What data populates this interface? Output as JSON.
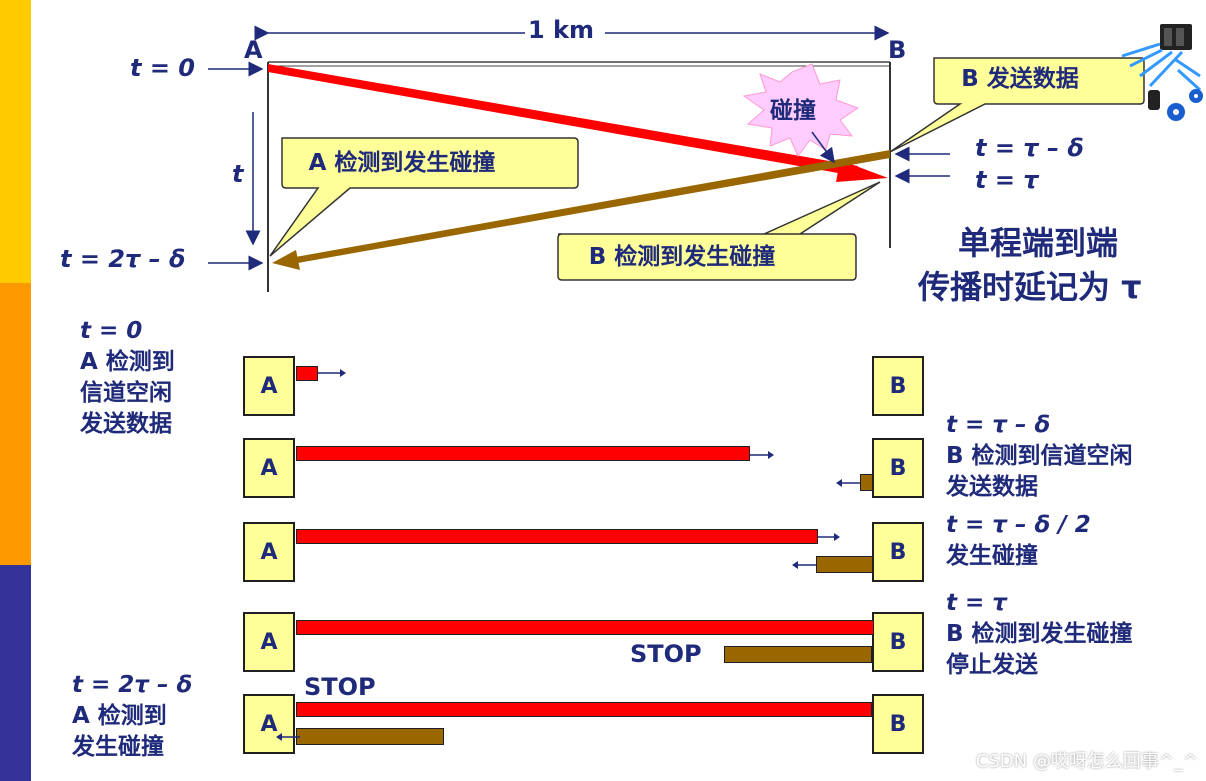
{
  "colors": {
    "accent_yellow": "#ffcc00",
    "accent_orange": "#ff9900",
    "accent_navy": "#333399",
    "frame_red": "#ff0000",
    "frame_brown": "#996600",
    "box_fill": "#ffff99",
    "text": "#1f2a7a"
  },
  "top": {
    "distance_label": "1 km",
    "station_a": "A",
    "station_b": "B",
    "t0_label": "t = 0",
    "t_axis_label": "t",
    "t_2tau_label": "t = 2τ – δ",
    "t_tau_minus_delta": "t = τ – δ",
    "t_tau": "t = τ",
    "collision_burst": "碰撞",
    "callout_b_send": "B 发送数据",
    "callout_a_detect": "A 检测到发生碰撞",
    "callout_b_detect": "B 检测到发生碰撞",
    "note_line1": "单程端到端",
    "note_line2": "传播时延记为 τ",
    "network_icon": "network-computer-icon"
  },
  "bottom": {
    "rows": [
      {
        "a_label": "A",
        "b_label": "B",
        "left_text": [
          "t = 0",
          "A 检测到",
          "信道空闲",
          "发送数据"
        ]
      },
      {
        "a_label": "A",
        "b_label": "B",
        "right_text": [
          "t = τ – δ",
          "B 检测到信道空闲",
          "发送数据"
        ]
      },
      {
        "a_label": "A",
        "b_label": "B",
        "right_text": [
          "t = τ – δ / 2",
          "发生碰撞"
        ]
      },
      {
        "a_label": "A",
        "b_label": "B",
        "right_text": [
          "t = τ",
          "B 检测到发生碰撞",
          "停止发送"
        ],
        "stop_label": "STOP"
      },
      {
        "a_label": "A",
        "b_label": "B",
        "left_text": [
          "t = 2τ – δ",
          "A 检测到",
          "发生碰撞"
        ],
        "stop_label": "STOP"
      }
    ]
  },
  "watermark": "CSDN @哎呀怎么回事^_^"
}
